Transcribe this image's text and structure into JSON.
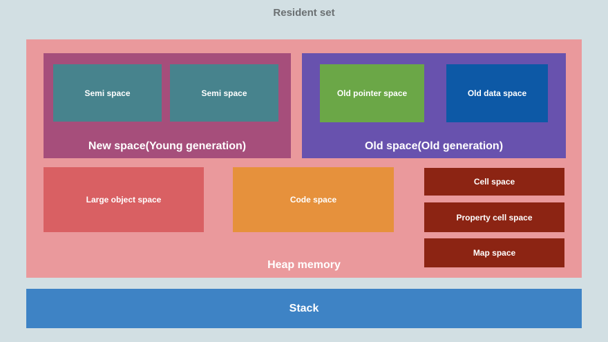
{
  "title": "Resident set",
  "heap": {
    "label": "Heap memory",
    "new_space": {
      "label": "New space(Young generation)",
      "children": [
        "Semi space",
        "Semi space"
      ]
    },
    "old_space": {
      "label": "Old space(Old generation)",
      "children": [
        "Old pointer space",
        "Old data space"
      ]
    },
    "large_object_space": "Large object space",
    "code_space": "Code space",
    "cell_spaces": [
      "Cell space",
      "Property cell space",
      "Map space"
    ]
  },
  "stack": {
    "label": "Stack"
  },
  "colors": {
    "background": "#d2dfe3",
    "title_text": "#6b7072",
    "heap": "#ea999c",
    "new_space": "#a64e7b",
    "semi_space": "#47838d",
    "old_space": "#6852ae",
    "old_pointer_space": "#6ba747",
    "old_data_space": "#0d59a6",
    "large_object_space": "#d96063",
    "code_space": "#e6913c",
    "cell_space": "#8c2413",
    "stack": "#3e83c5",
    "label_text": "#ffffff"
  }
}
